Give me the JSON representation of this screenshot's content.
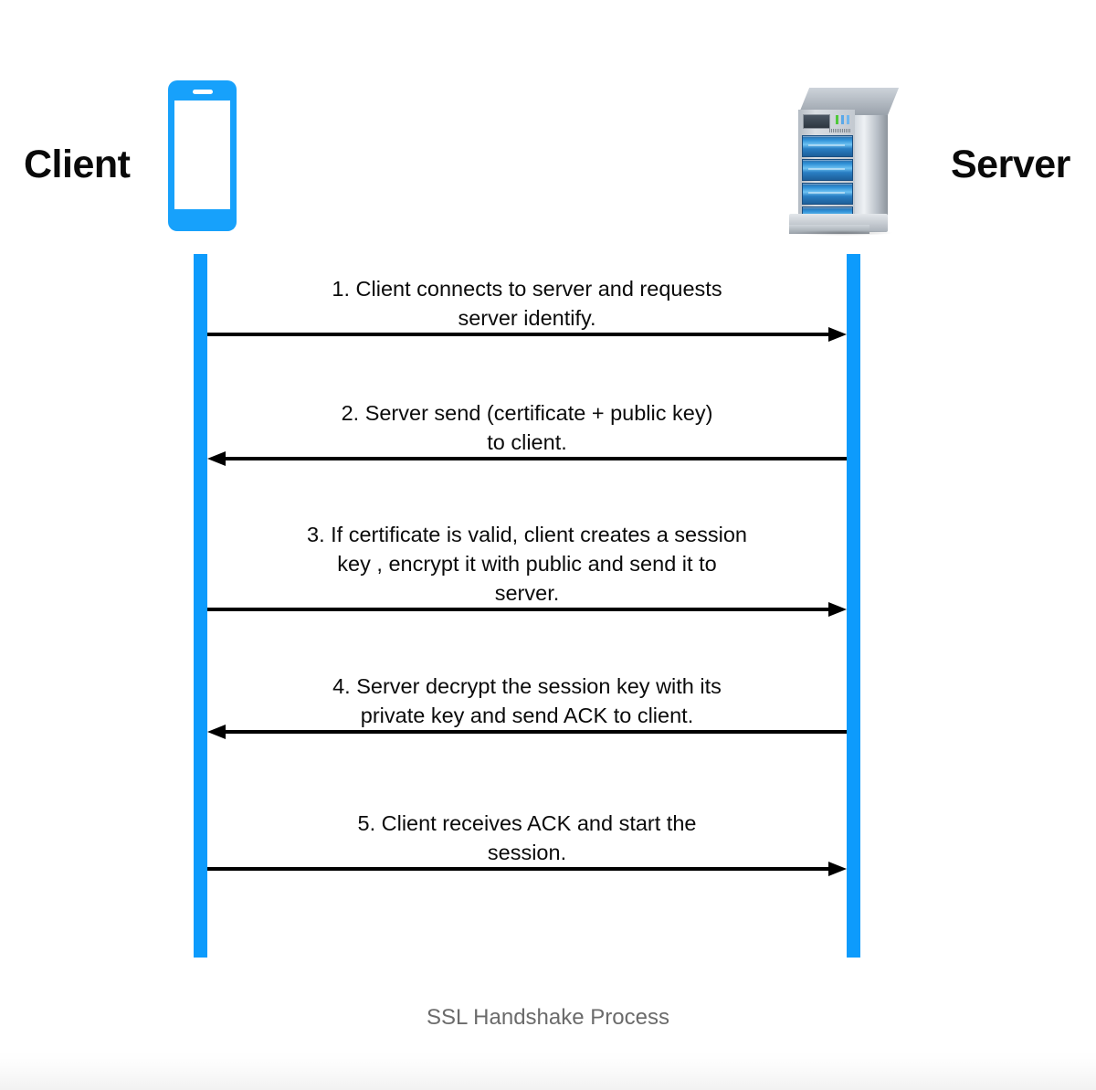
{
  "diagram": {
    "caption": "SSL Handshake Process",
    "accent_color": "#0d9bfc",
    "text_color": "#0b0b0b",
    "caption_color": "#6b6b6b",
    "background": "#ffffff"
  },
  "actors": {
    "left": {
      "label": "Client",
      "icon": "mobile-phone-icon"
    },
    "right": {
      "label": "Server",
      "icon": "server-tower-icon"
    }
  },
  "messages": [
    {
      "number": "1.",
      "text": "1. Client connects to server and requests\nserver identify.",
      "direction": "right",
      "from": "Client",
      "to": "Server"
    },
    {
      "number": "2.",
      "text": "2. Server send (certificate + public key)\nto client.",
      "direction": "left",
      "from": "Server",
      "to": "Client"
    },
    {
      "number": "3.",
      "text": "3. If certificate is valid, client creates a session\nkey , encrypt it with public and send it to\nserver.",
      "direction": "right",
      "from": "Client",
      "to": "Server"
    },
    {
      "number": "4.",
      "text": "4. Server decrypt the session key with its\nprivate key and send ACK to client.",
      "direction": "left",
      "from": "Server",
      "to": "Client"
    },
    {
      "number": "5.",
      "text": "5. Client receives ACK and start the\nsession.",
      "direction": "right",
      "from": "Client",
      "to": "Server"
    }
  ]
}
